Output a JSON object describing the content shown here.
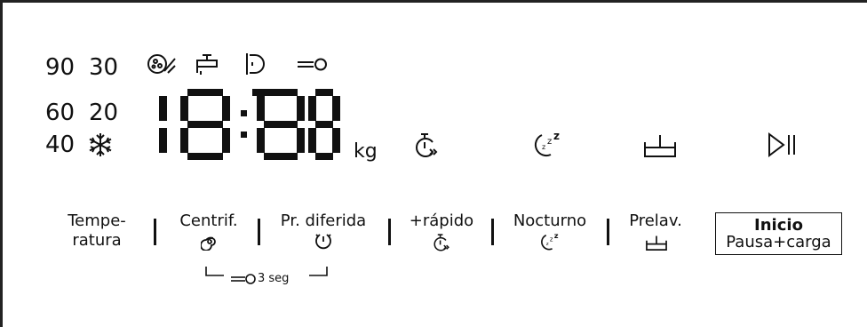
{
  "display": {
    "temperatures": {
      "t90": "90",
      "t30": "30",
      "t60": "60",
      "t20": "20",
      "t40": "40"
    },
    "time_value": "18:88",
    "weight_unit": "kg",
    "icons": {
      "row1": [
        "stain-icon",
        "tap-icon",
        "door-icon",
        "child-lock-icon"
      ],
      "snowflake": "snowflake-icon",
      "fast": "fast-wash-icon",
      "night": "night-mode-icon",
      "prewash": "prewash-basin-icon",
      "playpause": "play-pause-icon"
    }
  },
  "buttons": {
    "temperature_line1": "Tempe-",
    "temperature_line2": "ratura",
    "spin": "Centrif.",
    "delay": "Pr. diferida",
    "fast": "+rápido",
    "night": "Nocturno",
    "prewash": "Prelav.",
    "start_top": "Inicio",
    "start_bottom": "Pausa+carga"
  },
  "lock_hint": "3 seg"
}
